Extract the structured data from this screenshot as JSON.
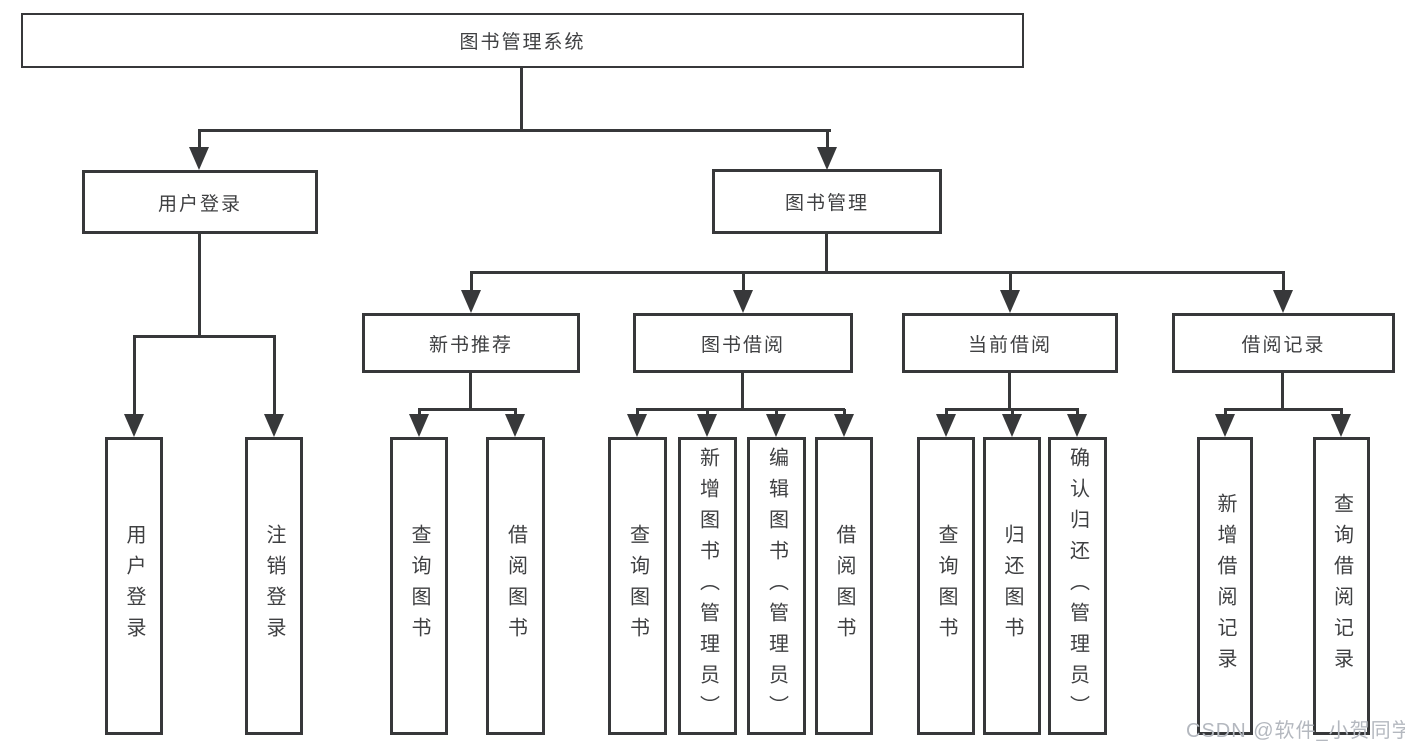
{
  "nodes": {
    "root": "图书管理系统",
    "user_login": "用户登录",
    "book_management": "图书管理",
    "new_book_recommend": "新书推荐",
    "book_borrowing": "图书借阅",
    "current_borrowing": "当前借阅",
    "borrowing_records": "借阅记录",
    "leaf_user_login": "用户登录",
    "leaf_logout_login": "注销登录",
    "leaf_nbr_query_books": "查询图书",
    "leaf_nbr_borrow_books": "借阅图书",
    "leaf_bb_query_books": "查询图书",
    "leaf_bb_add_books": "新增图书（管理员）",
    "leaf_bb_edit_books": "编辑图书（管理员）",
    "leaf_bb_borrow_books": "借阅图书",
    "leaf_cb_query_books": "查询图书",
    "leaf_cb_return_books": "归还图书",
    "leaf_cb_confirm_return": "确认归还（管理员）",
    "leaf_br_add_record": "新增借阅记录",
    "leaf_br_query_record": "查询借阅记录"
  },
  "watermark": "CSDN @软件_小贺同学",
  "colors": {
    "line": "#37383a",
    "text": "#3f4042",
    "watermark_text": "#b4b8bf",
    "background": "#ffffff"
  }
}
